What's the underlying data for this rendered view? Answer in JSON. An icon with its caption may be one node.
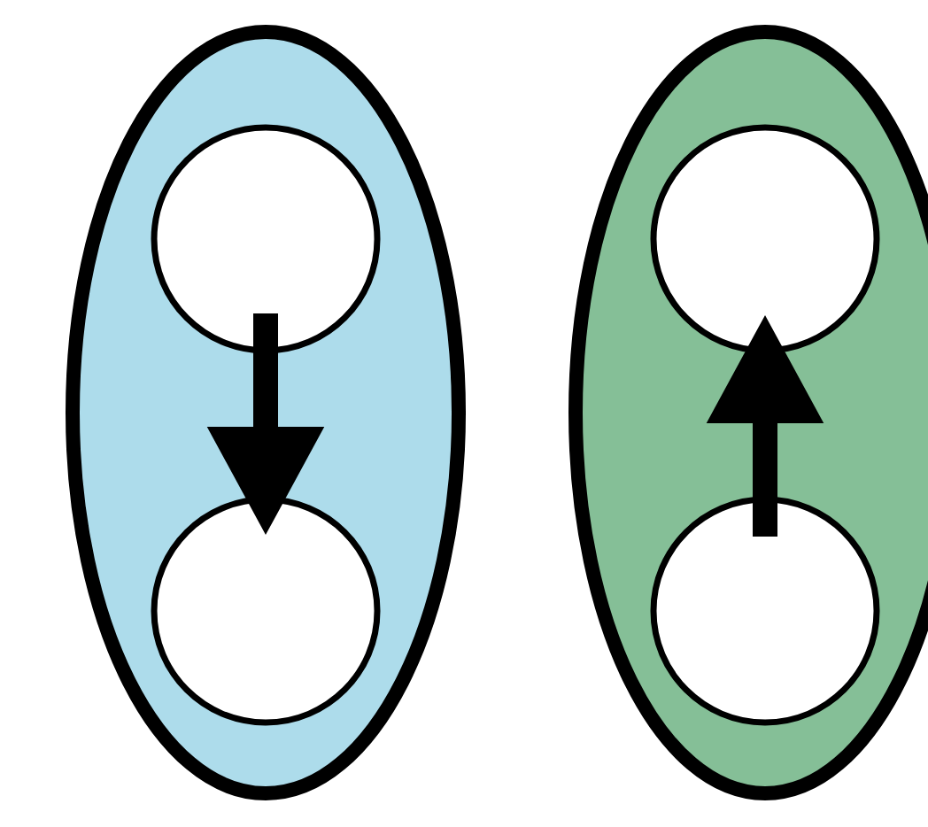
{
  "diagram": {
    "nodes": [
      {
        "text": [],
        "shape": "ellipse"
      },
      {
        "text": [],
        "shape": "circle",
        "in": 0
      },
      {
        "text": [],
        "shape": "circle",
        "in": 0
      },
      {
        "text": [],
        "shape": "ellipse"
      },
      {
        "text": [],
        "shape": "circle",
        "in": 3
      },
      {
        "text": [],
        "shape": "circle",
        "in": 3
      }
    ],
    "edges": [
      {
        "from": 1,
        "to": 2,
        "arrow": "to"
      },
      {
        "from": 5,
        "to": 4,
        "arrow": "to"
      }
    ]
  }
}
